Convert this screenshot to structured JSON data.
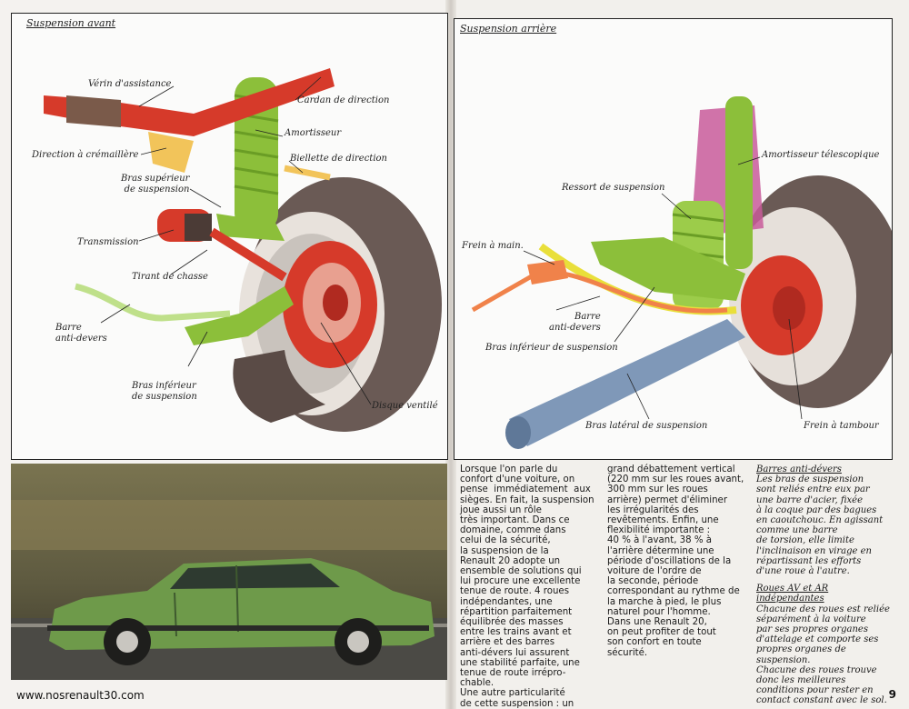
{
  "left_diagram": {
    "title": "Suspension avant",
    "labels": {
      "verin": "Vérin d'assistance",
      "cardan": "Cardan de direction",
      "cremaillere": "Direction à crémaillère",
      "amortisseur": "Amortisseur",
      "biellette": "Biellette de direction",
      "bras_sup": "Bras supérieur\nde suspension",
      "transmission": "Transmission",
      "tirant": "Tirant de chasse",
      "barre": "Barre\nanti-devers",
      "bras_inf": "Bras inférieur\nde suspension",
      "disque": "Disque ventilé"
    }
  },
  "right_diagram": {
    "title": "Suspension arrière",
    "labels": {
      "amortisseur_tel": "Amortisseur télescopique",
      "ressort": "Ressort de suspension",
      "frein_main": "Frein à main.",
      "barre": "Barre\nanti-devers",
      "bras_inf": "Bras inférieur de suspension",
      "bras_lat": "Bras latéral de suspension",
      "frein_tambour": "Frein à tambour"
    }
  },
  "text": {
    "col1": "Lorsque l'on parle du\nconfort d'une voiture, on\npense  immédiatement  aux\nsièges. En fait, la suspension\njoue aussi un rôle\ntrès important. Dans ce\ndomaine, comme dans\ncelui de la sécurité,\nla suspension de la\nRenault 20 adopte un\nensemble de solutions qui\nlui procure une excellente\ntenue de route. 4 roues\nindépendantes, une\nrépartition parfaitement\néquilibrée des masses\nentre les trains avant et\narrière et des barres\nanti-dévers lui assurent\nune stabilité parfaite, une\ntenue de route irrépro-\nchable.\nUne autre particularité\nde cette suspension : un",
    "col2": "grand débattement vertical\n(220 mm sur les roues avant,\n300 mm sur les roues\narrière) permet d'éliminer\nles irrégularités des\nrevêtements. Enfin, une\nflexibilité importante :\n40 % à l'avant, 38 % à\nl'arrière détermine une\npériode d'oscillations de la\nvoiture de l'ordre de\nla seconde, période\ncorrespondant au rythme de\nla marche à pied, le plus\nnaturel pour l'homme.\nDans une Renault 20,\non peut profiter de tout\nson confort en toute\nsécurité.",
    "side1_head": "Barres anti-dévers",
    "side1_body": "Les bras de suspension\nsont reliés entre eux par\nune barre d'acier, fixée\nà la coque par des bagues\nen caoutchouc. En agissant\ncomme une barre\nde torsion, elle limite\nl'inclinaison en virage en\nrépartissant les efforts\nd'une roue à l'autre.",
    "side2_head": "Roues AV et AR\nindépendantes",
    "side2_body": "Chacune des roues est reliée\nséparément à la voiture\npar ses propres organes\nd'attelage et comporte ses\npropres organes de\nsuspension.\nChacune des roues trouve\ndonc les meilleures\nconditions pour rester en\ncontact constant avec le sol."
  },
  "footer": {
    "url": "www.nosrenault30.com",
    "page": "9"
  },
  "colors": {
    "red": "#d63a2a",
    "green": "#8cbf3a",
    "tyre": "#6a5a55",
    "blue": "#7f98b8",
    "magenta": "#c85a9a",
    "yellow": "#e9df3a"
  }
}
